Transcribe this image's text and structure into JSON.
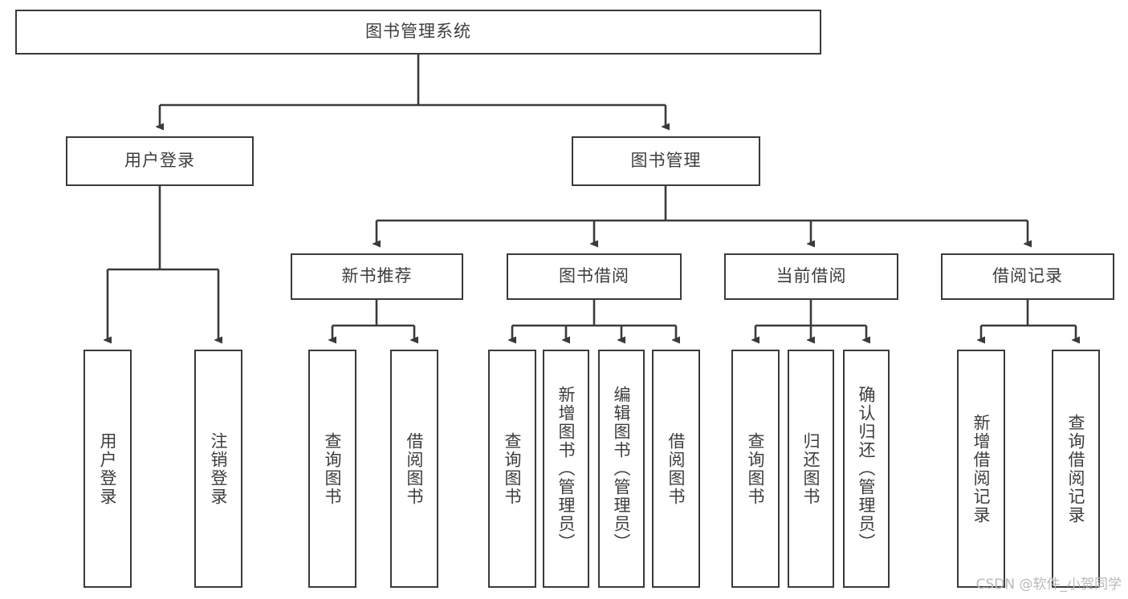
{
  "diagram": {
    "title": "图书管理系统",
    "type": "tree",
    "root": {
      "label": "图书管理系统"
    },
    "level2": [
      {
        "label": "用户登录"
      },
      {
        "label": "图书管理"
      }
    ],
    "level3": [
      {
        "label": "新书推荐"
      },
      {
        "label": "图书借阅"
      },
      {
        "label": "当前借阅"
      },
      {
        "label": "借阅记录"
      }
    ],
    "leaves": {
      "user_login": [
        {
          "label": "用户登录"
        },
        {
          "label": "注销登录"
        }
      ],
      "new_book_recommend": [
        {
          "label": "查询图书"
        },
        {
          "label": "借阅图书"
        }
      ],
      "book_borrow": [
        {
          "label": "查询图书"
        },
        {
          "label": "新增图书（管理员）"
        },
        {
          "label": "编辑图书（管理员）"
        },
        {
          "label": "借阅图书"
        }
      ],
      "current_borrow": [
        {
          "label": "查询图书"
        },
        {
          "label": "归还图书"
        },
        {
          "label": "确认归还（管理员）"
        }
      ],
      "borrow_record": [
        {
          "label": "新增借阅记录"
        },
        {
          "label": "查询借阅记录"
        }
      ]
    }
  },
  "watermark": {
    "text": "CSDN @软件_小贺同学"
  },
  "colors": {
    "stroke": "#3a3a3a",
    "text": "#3d3d3d",
    "background": "#ffffff",
    "watermark": "#b9b9b9"
  }
}
